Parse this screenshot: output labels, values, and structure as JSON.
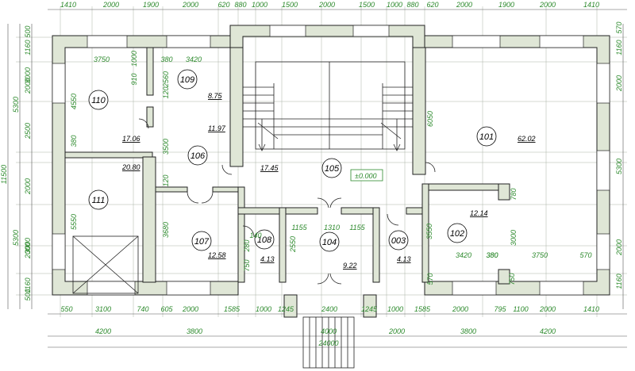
{
  "dims": {
    "top": [
      "1410",
      "2000",
      "1900",
      "2000",
      "620",
      "880",
      "1000",
      "1500",
      "2000",
      "1500",
      "1000",
      "880",
      "620",
      "2000",
      "1900",
      "2000",
      "1410"
    ],
    "bottom_row1": [
      "550",
      "3100",
      "740",
      "605",
      "2000",
      "1585",
      "1000",
      "1245",
      "2400",
      "1245",
      "1000",
      "1585",
      "2000",
      "795",
      "1100",
      "2000",
      "1410"
    ],
    "bottom_row2": [
      "4200",
      "3800",
      "4000",
      "2000",
      "3800",
      "4200"
    ],
    "bottom_row3": [
      "24000"
    ],
    "left_outer": [
      "11500"
    ],
    "left_mid": [
      "5300",
      "5300"
    ],
    "left_inner": [
      "500",
      "1160",
      "3000",
      "2000",
      "2500",
      "2000",
      "3000",
      "2000",
      "1160",
      "500"
    ],
    "right": [
      "570",
      "1160",
      "2000",
      "5300",
      "2000",
      "1160"
    ],
    "interior": [
      "3750",
      "1000",
      "380",
      "3420",
      "910",
      "2560",
      "4550",
      "380",
      "3500",
      "120",
      "120",
      "3680",
      "5550",
      "1155",
      "1310",
      "1155",
      "2550",
      "140",
      "280",
      "750",
      "3550",
      "380",
      "780",
      "3000",
      "3420",
      "380",
      "3750",
      "570",
      "750",
      "6050",
      "570"
    ]
  },
  "rooms": [
    {
      "num": "110",
      "area": ""
    },
    {
      "num": "109",
      "area": "8.75"
    },
    {
      "num": "106",
      "area": "11.97"
    },
    {
      "num": "",
      "area": "17.06"
    },
    {
      "num": "",
      "area": "20.80"
    },
    {
      "num": "111",
      "area": ""
    },
    {
      "num": "107",
      "area": "12.58"
    },
    {
      "num": "108",
      "area": "4.13"
    },
    {
      "num": "105",
      "area": "17.45"
    },
    {
      "num": "104",
      "area": "9.22"
    },
    {
      "num": "003",
      "area": "4.13"
    },
    {
      "num": "101",
      "area": "62.02"
    },
    {
      "num": "102",
      "area": "12.14"
    }
  ],
  "level_mark": "±0.000",
  "colors": {
    "dimension": "#2d8a2d",
    "wall_fill": "#dfe6d6",
    "line": "#222222"
  }
}
